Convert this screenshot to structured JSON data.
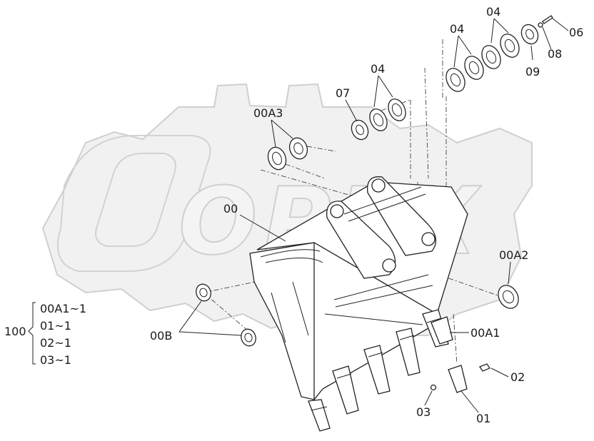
{
  "watermark": {
    "text": "OPEX"
  },
  "labels": {
    "l_04_top": "04",
    "l_04_mid": "04",
    "l_04_low": "04",
    "l_06": "06",
    "l_08": "08",
    "l_09": "09",
    "l_07": "07",
    "l_00A3": "00A3",
    "l_00": "00",
    "l_00A2": "00A2",
    "l_00A1": "00A1",
    "l_00B": "00B",
    "l_02": "02",
    "l_03": "03",
    "l_01": "01"
  },
  "assembly": {
    "number": "100",
    "items": [
      "00A1~1",
      "01~1",
      "02~1",
      "03~1"
    ]
  }
}
